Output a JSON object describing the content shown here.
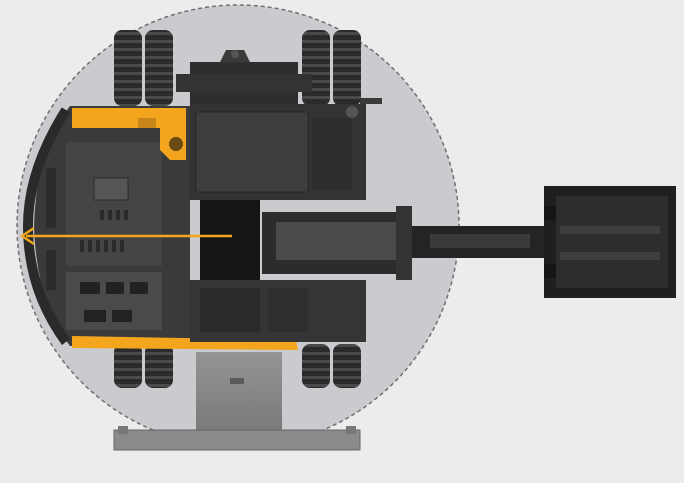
{
  "scene": {
    "subject": "wheeled-excavator-top-view",
    "colors": {
      "background": "#ececec",
      "swing_radius_fill": "#c8cacd",
      "swing_radius_stroke": "#7a7a7a",
      "accent_yellow": "#f2a51d",
      "machine_dark": "#2a2a2a",
      "machine_mid": "#3d3d3d",
      "arrow": "#f2a51d"
    },
    "indicators": {
      "arrow_direction": "left",
      "swing_radius_style": "dashed"
    }
  }
}
